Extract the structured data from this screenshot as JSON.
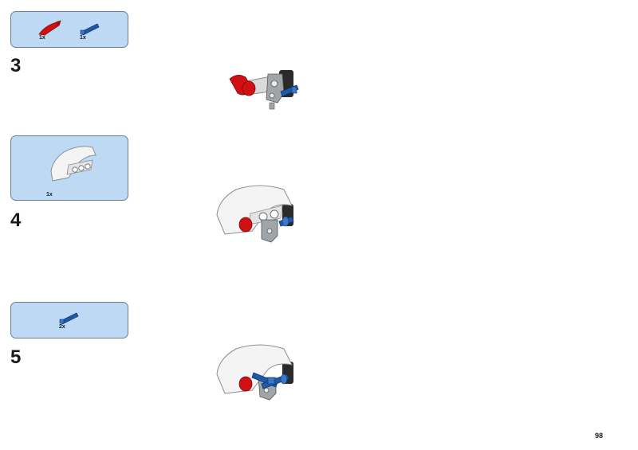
{
  "steps": [
    {
      "number": "3",
      "parts": [
        {
          "icon": "red-curved-panel-icon",
          "qty": "1x"
        },
        {
          "icon": "blue-axle-pin-icon",
          "qty": "1x"
        }
      ]
    },
    {
      "number": "4",
      "parts": [
        {
          "icon": "white-fairing-panel-icon",
          "qty": "1x"
        }
      ]
    },
    {
      "number": "5",
      "parts": [
        {
          "icon": "blue-axle-pin-icon",
          "qty": "2x"
        }
      ]
    }
  ],
  "page_number": "98",
  "colors": {
    "parts_box_bg": "#bdd9f3",
    "red": "#d01012",
    "blue": "#1e5aa8",
    "white": "#f4f4f4",
    "gray": "#a0a5a9",
    "dark": "#2a2a2a"
  }
}
